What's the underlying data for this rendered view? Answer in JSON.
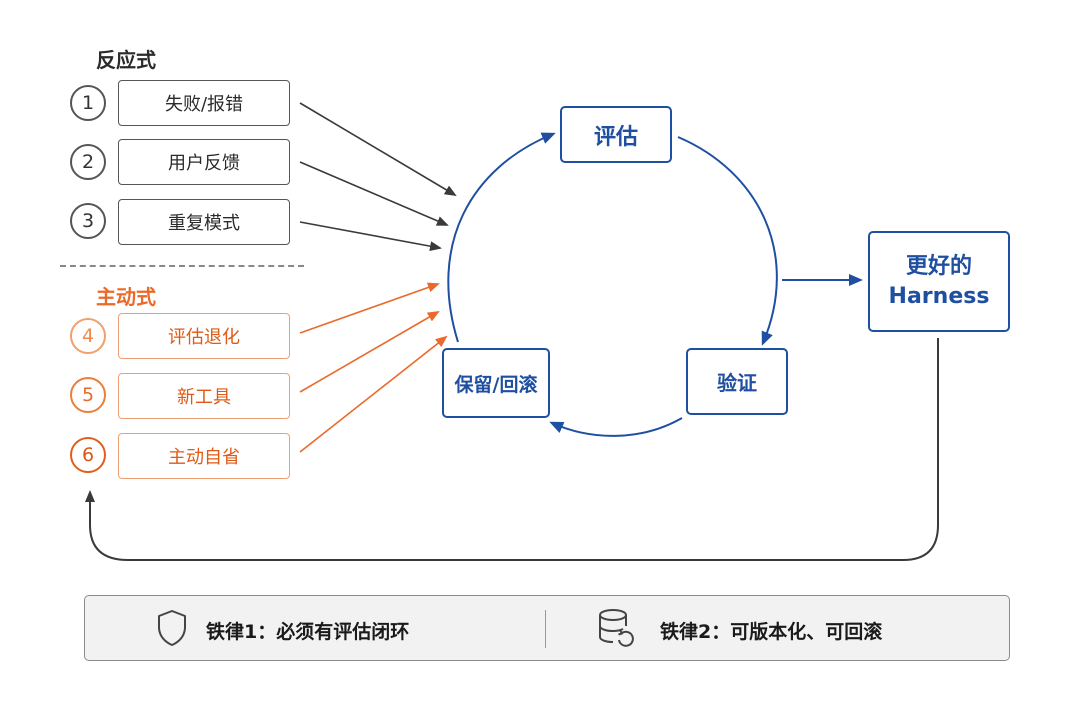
{
  "reactive": {
    "title": "反应式",
    "items": [
      {
        "num": "1",
        "label": "失败/报错"
      },
      {
        "num": "2",
        "label": "用户反馈"
      },
      {
        "num": "3",
        "label": "重复模式"
      }
    ]
  },
  "proactive": {
    "title": "主动式",
    "items": [
      {
        "num": "4",
        "label": "评估退化"
      },
      {
        "num": "5",
        "label": "新工具"
      },
      {
        "num": "6",
        "label": "主动自省"
      }
    ]
  },
  "cycle": {
    "evaluate": "评估",
    "verify": "验证",
    "keep_rollback": "保留/回滚"
  },
  "output": {
    "line1": "更好的",
    "line2": "Harness"
  },
  "footer": {
    "rule1": "铁律1：必须有评估闭环",
    "rule2": "铁律2：可版本化、可回滚",
    "rule1_icon": "shield-icon",
    "rule2_icon": "database-refresh-icon"
  },
  "colors": {
    "blue": "#1f4fa0",
    "orange": "#ea6a2a",
    "gray": "#555555"
  }
}
